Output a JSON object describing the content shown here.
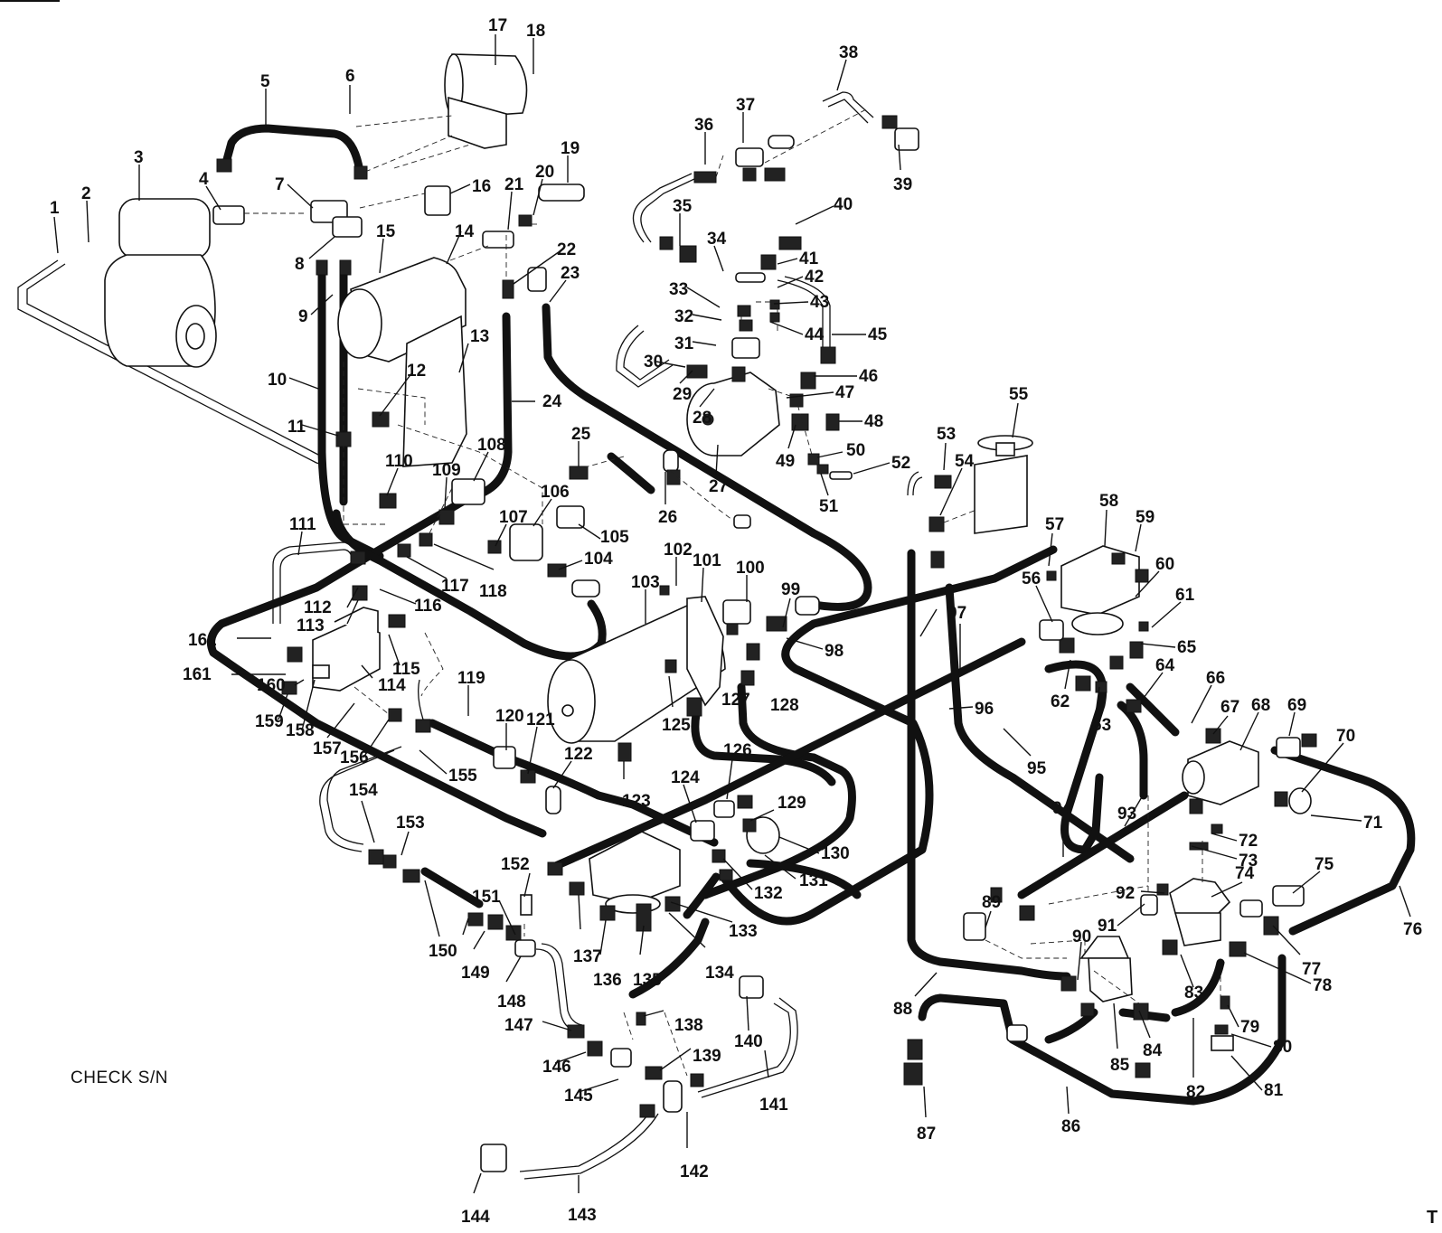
{
  "diagram": {
    "footer_note": "CHECK S/N",
    "edge_mark": "T",
    "callouts": [
      {
        "n": "1"
      },
      {
        "n": "2"
      },
      {
        "n": "3"
      },
      {
        "n": "4"
      },
      {
        "n": "5"
      },
      {
        "n": "6"
      },
      {
        "n": "7"
      },
      {
        "n": "8"
      },
      {
        "n": "9"
      },
      {
        "n": "10"
      },
      {
        "n": "11"
      },
      {
        "n": "12"
      },
      {
        "n": "13"
      },
      {
        "n": "14"
      },
      {
        "n": "15"
      },
      {
        "n": "16"
      },
      {
        "n": "17"
      },
      {
        "n": "18"
      },
      {
        "n": "19"
      },
      {
        "n": "20"
      },
      {
        "n": "21"
      },
      {
        "n": "22"
      },
      {
        "n": "23"
      },
      {
        "n": "24"
      },
      {
        "n": "25"
      },
      {
        "n": "26"
      },
      {
        "n": "27"
      },
      {
        "n": "28"
      },
      {
        "n": "29"
      },
      {
        "n": "30"
      },
      {
        "n": "31"
      },
      {
        "n": "32"
      },
      {
        "n": "33"
      },
      {
        "n": "34"
      },
      {
        "n": "35"
      },
      {
        "n": "36"
      },
      {
        "n": "37"
      },
      {
        "n": "38"
      },
      {
        "n": "39"
      },
      {
        "n": "40"
      },
      {
        "n": "41"
      },
      {
        "n": "42"
      },
      {
        "n": "43"
      },
      {
        "n": "44"
      },
      {
        "n": "45"
      },
      {
        "n": "46"
      },
      {
        "n": "47"
      },
      {
        "n": "48"
      },
      {
        "n": "49"
      },
      {
        "n": "50"
      },
      {
        "n": "51"
      },
      {
        "n": "52"
      },
      {
        "n": "53"
      },
      {
        "n": "54"
      },
      {
        "n": "55"
      },
      {
        "n": "56"
      },
      {
        "n": "57"
      },
      {
        "n": "58"
      },
      {
        "n": "59"
      },
      {
        "n": "60"
      },
      {
        "n": "61"
      },
      {
        "n": "62"
      },
      {
        "n": "63"
      },
      {
        "n": "64"
      },
      {
        "n": "65"
      },
      {
        "n": "66"
      },
      {
        "n": "67"
      },
      {
        "n": "68"
      },
      {
        "n": "69"
      },
      {
        "n": "70"
      },
      {
        "n": "71"
      },
      {
        "n": "72"
      },
      {
        "n": "73"
      },
      {
        "n": "74"
      },
      {
        "n": "75"
      },
      {
        "n": "76"
      },
      {
        "n": "77"
      },
      {
        "n": "78"
      },
      {
        "n": "79"
      },
      {
        "n": "80"
      },
      {
        "n": "81"
      },
      {
        "n": "82"
      },
      {
        "n": "83"
      },
      {
        "n": "84"
      },
      {
        "n": "85"
      },
      {
        "n": "86"
      },
      {
        "n": "87"
      },
      {
        "n": "88"
      },
      {
        "n": "89"
      },
      {
        "n": "90"
      },
      {
        "n": "91"
      },
      {
        "n": "92"
      },
      {
        "n": "93"
      },
      {
        "n": "94"
      },
      {
        "n": "95"
      },
      {
        "n": "96"
      },
      {
        "n": "97"
      },
      {
        "n": "98"
      },
      {
        "n": "99"
      },
      {
        "n": "100"
      },
      {
        "n": "101"
      },
      {
        "n": "102"
      },
      {
        "n": "103"
      },
      {
        "n": "104"
      },
      {
        "n": "105"
      },
      {
        "n": "106"
      },
      {
        "n": "107"
      },
      {
        "n": "108"
      },
      {
        "n": "109"
      },
      {
        "n": "110"
      },
      {
        "n": "111"
      },
      {
        "n": "112"
      },
      {
        "n": "113"
      },
      {
        "n": "114"
      },
      {
        "n": "115"
      },
      {
        "n": "116"
      },
      {
        "n": "117"
      },
      {
        "n": "118"
      },
      {
        "n": "119"
      },
      {
        "n": "120"
      },
      {
        "n": "121"
      },
      {
        "n": "122"
      },
      {
        "n": "123"
      },
      {
        "n": "124"
      },
      {
        "n": "125"
      },
      {
        "n": "126"
      },
      {
        "n": "127"
      },
      {
        "n": "128"
      },
      {
        "n": "129"
      },
      {
        "n": "130"
      },
      {
        "n": "131"
      },
      {
        "n": "132"
      },
      {
        "n": "133"
      },
      {
        "n": "134"
      },
      {
        "n": "135"
      },
      {
        "n": "136"
      },
      {
        "n": "137"
      },
      {
        "n": "138"
      },
      {
        "n": "139"
      },
      {
        "n": "140"
      },
      {
        "n": "141"
      },
      {
        "n": "142"
      },
      {
        "n": "143"
      },
      {
        "n": "144"
      },
      {
        "n": "145"
      },
      {
        "n": "146"
      },
      {
        "n": "147"
      },
      {
        "n": "148"
      },
      {
        "n": "149"
      },
      {
        "n": "150"
      },
      {
        "n": "151"
      },
      {
        "n": "152"
      },
      {
        "n": "153"
      },
      {
        "n": "154"
      },
      {
        "n": "155"
      },
      {
        "n": "156"
      },
      {
        "n": "157"
      },
      {
        "n": "158"
      },
      {
        "n": "159"
      },
      {
        "n": "160"
      },
      {
        "n": "161"
      },
      {
        "n": "162"
      }
    ]
  }
}
